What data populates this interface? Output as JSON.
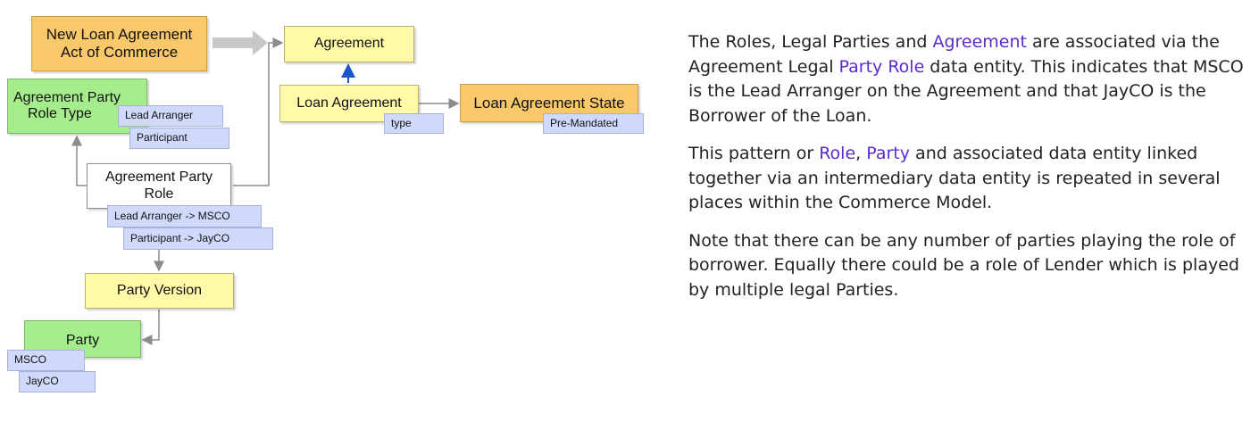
{
  "diagram": {
    "boxes": {
      "new_loan_agreement": [
        "New Loan Agreement",
        "Act of Commerce"
      ],
      "agreement": "Agreement",
      "loan_agreement": "Loan Agreement",
      "loan_agreement_state": "Loan Agreement State",
      "agreement_party_role_type": [
        "Agreement Party",
        "Role Type"
      ],
      "agreement_party_role": [
        "Agreement Party",
        "Role"
      ],
      "party_version": "Party Version",
      "party": "Party"
    },
    "tags": {
      "type": "type",
      "pre_mandated": "Pre-Mandated",
      "lead_arranger": "Lead Arranger",
      "participant": "Participant",
      "lead_arranger_msco": "Lead Arranger -> MSCO",
      "participant_jayco": "Participant -> JayCO",
      "msco": "MSCO",
      "jayco": "JayCO"
    },
    "colors": {
      "orange": "#f9c86a",
      "yellow": "#fff9a8",
      "green": "#a5ec8c",
      "tag_blue": "#d1d9fb",
      "connector_gray": "#8c8c8c",
      "inheritance_blue": "#1a56c8",
      "big_arrow_gray": "#c8c8c8"
    }
  },
  "text": {
    "p1": {
      "a": "The Roles, Legal Parties and ",
      "link1": "Agreement",
      "b": " are associated via the Agreement Legal ",
      "link2": "Party Role",
      "c": " data entity. This indicates that MSCO is the Lead Arranger on the Agreement and that JayCO is the Borrower of the Loan."
    },
    "p2": {
      "a": "This pattern or ",
      "link1": "Role",
      "b": ", ",
      "link2": "Party",
      "c": " and associated data entity linked together via an intermediary data entity is repeated in several places within the Commerce Model."
    },
    "p3": "Note that there can be any number of parties playing the role of borrower. Equally there could be a role of Lender which is played by multiple legal Parties.",
    "link_color": "#5b2bd0"
  }
}
